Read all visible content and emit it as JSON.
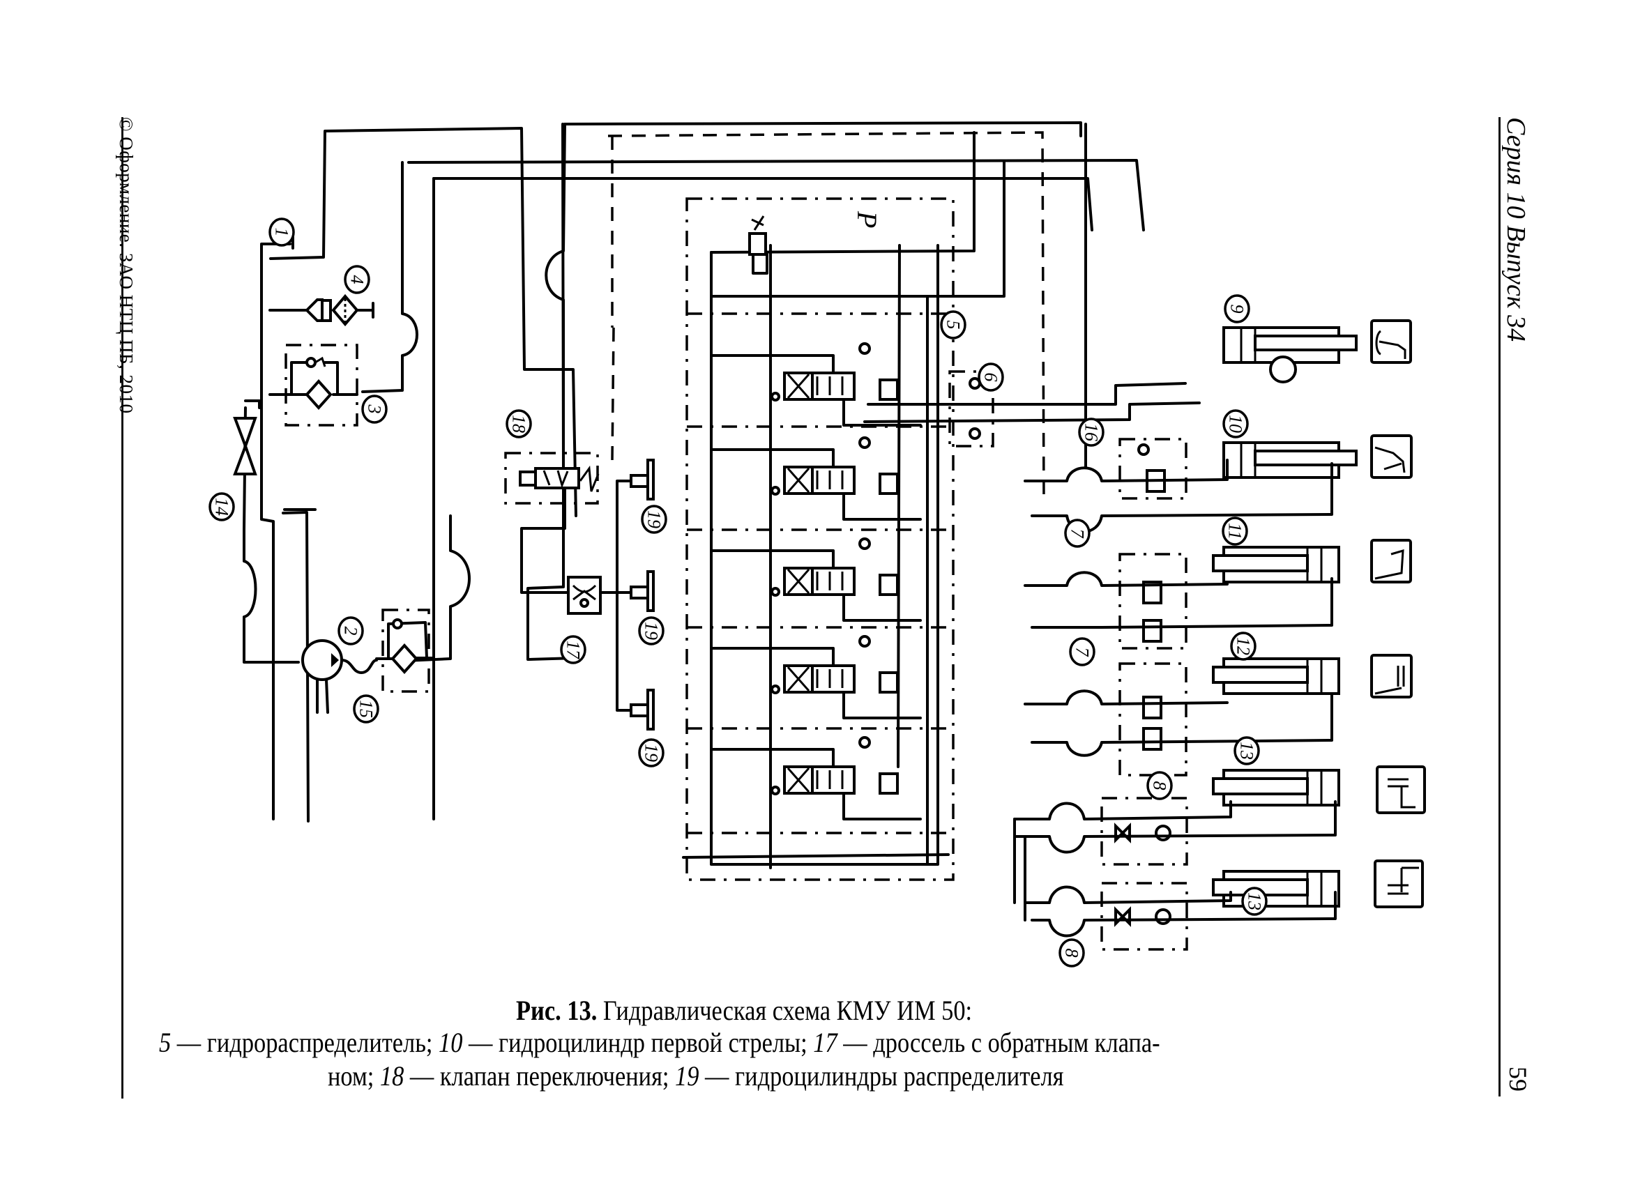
{
  "margins": {
    "left_note": "© Оформление. ЗАО НТЦ ПБ, 2010",
    "right_header": "Серия 10 Выпуск 34",
    "page_number": "59"
  },
  "figure": {
    "pressure_letter": "P",
    "labels": {
      "l1": "1",
      "l2": "2",
      "l3": "3",
      "l4": "4",
      "l5": "5",
      "l6": "6",
      "l7a": "7",
      "l7b": "7",
      "l8a": "8",
      "l8b": "8",
      "l9": "9",
      "l10": "10",
      "l11": "11",
      "l12": "12",
      "l13a": "13",
      "l13b": "13",
      "l14": "14",
      "l15": "15",
      "l16": "16",
      "l17": "17",
      "l18": "18",
      "l19a": "19",
      "l19b": "19",
      "l19c": "19"
    },
    "boom_icons": [
      "slewing-icon",
      "first-boom-icon",
      "second-boom-icon",
      "telescope-icon",
      "outrigger-left-icon",
      "outrigger-right-icon"
    ]
  },
  "caption": {
    "title_bold": "Рис. 13.",
    "title_rest": " Гидравлическая схема КМУ ИМ 50:",
    "items": [
      {
        "num": "5",
        "text": " — гидрораспределитель; "
      },
      {
        "num": "10",
        "text": " — гидроцилиндр первой стрелы; "
      },
      {
        "num": "17",
        "text": " — дроссель с обратным клапа-"
      },
      {
        "pre": "ном; ",
        "num": "18",
        "text": " — клапан переключения; "
      },
      {
        "num": "19",
        "text": " — гидроцилиндры распределителя"
      }
    ]
  }
}
